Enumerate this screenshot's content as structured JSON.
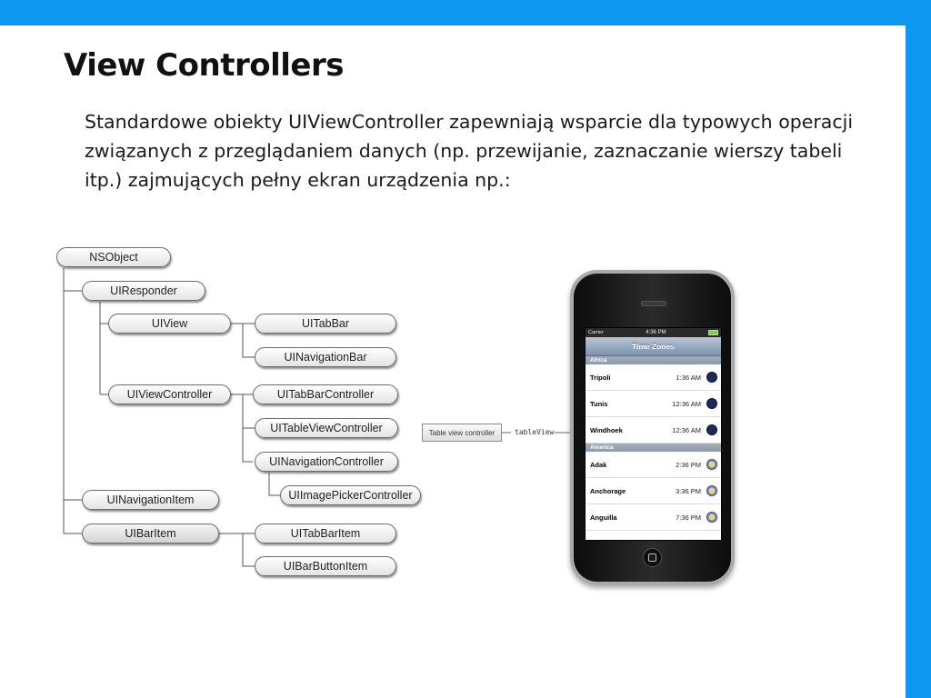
{
  "slide": {
    "title": "View Controllers",
    "body": "Standardowe obiekty UIViewController zapewniają wsparcie dla typowych operacji związanych z przeglądaniem danych (np. przewijanie, zaznaczanie wierszy tabeli itp.) zajmujących pełny ekran urządzenia np.:"
  },
  "hierarchy": {
    "nsobject": "NSObject",
    "uiresponder": "UIResponder",
    "uiview": "UIView",
    "uitabbar": "UITabBar",
    "uinavigationbar": "UINavigationBar",
    "uiviewcontroller": "UIViewController",
    "uitabbarcontroller": "UITabBarController",
    "uitableviewcontroller": "UITableViewController",
    "uinavigationcontroller": "UINavigationController",
    "uiimagepickercontroller": "UIImagePickerController",
    "uinavigationitem": "UINavigationItem",
    "uibaritem": "UIBarItem",
    "uitabbaritem": "UITabBarItem",
    "uibarbuttonitem": "UIBarButtonItem"
  },
  "callout": {
    "box_label": "Table view controller",
    "outlet_label": "tableView"
  },
  "phone": {
    "status": {
      "carrier": "Carrier",
      "time": "4:36 PM"
    },
    "nav_title": "Time Zones",
    "sections": [
      {
        "header": "Africa",
        "rows": [
          {
            "city": "Tripoli",
            "time": "1:36 AM"
          },
          {
            "city": "Tunis",
            "time": "12:36 AM"
          },
          {
            "city": "Windhoek",
            "time": "12:36 AM"
          }
        ]
      },
      {
        "header": "America",
        "rows": [
          {
            "city": "Adak",
            "time": "2:36 PM"
          },
          {
            "city": "Anchorage",
            "time": "3:36 PM"
          },
          {
            "city": "Anguilla",
            "time": "7:36 PM"
          }
        ]
      }
    ]
  },
  "colors": {
    "accent_bar": "#0d97f0"
  }
}
